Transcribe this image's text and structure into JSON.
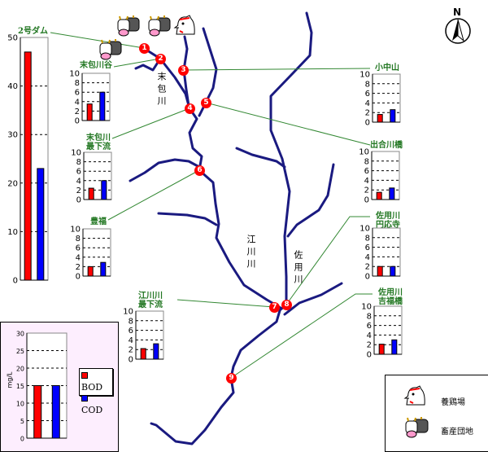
{
  "colors": {
    "bod": "#ff0000",
    "cod": "#0000ff",
    "river": "#1a1a80",
    "leader": "#338833",
    "label": "#227722",
    "marker": "#ff0000",
    "ref_bg": "#fdeefe"
  },
  "north": "N",
  "rivers": {
    "suekane": "末包川",
    "egawa": "江川川",
    "sayo": "佐用川"
  },
  "markers": [
    "1",
    "2",
    "3",
    "4",
    "5",
    "6",
    "7",
    "8",
    "9"
  ],
  "legend": {
    "bod": "BOD",
    "cod": "COD"
  },
  "map_legend": {
    "chicken": "養鶏場",
    "livestock": "畜産団地"
  },
  "icons": [
    "cow-icon",
    "cow-icon",
    "chicken-icon",
    "cow-icon"
  ],
  "chart_data": [
    {
      "type": "bar",
      "id": "dam2",
      "title": "2号ダム",
      "categories": [
        "BOD",
        "COD"
      ],
      "values": [
        47,
        23
      ],
      "ylim": [
        0,
        50
      ],
      "ticks": [
        0,
        10,
        20,
        30,
        40,
        50
      ]
    },
    {
      "type": "bar",
      "id": "suekane_dani",
      "title": "末包川谷",
      "categories": [
        "BOD",
        "COD"
      ],
      "values": [
        3.5,
        6
      ],
      "ylim": [
        0,
        10
      ],
      "ticks": [
        0,
        2,
        4,
        6,
        8,
        10
      ]
    },
    {
      "type": "bar",
      "id": "suekane_lower",
      "title": "末包川 最下流",
      "categories": [
        "BOD",
        "COD"
      ],
      "values": [
        2.4,
        4
      ],
      "ylim": [
        0,
        10
      ],
      "ticks": [
        0,
        2,
        4,
        6,
        8,
        10
      ]
    },
    {
      "type": "bar",
      "id": "toyofuku",
      "title": "豊福",
      "categories": [
        "BOD",
        "COD"
      ],
      "values": [
        2,
        2.9
      ],
      "ylim": [
        0,
        10
      ],
      "ticks": [
        0,
        2,
        4,
        6,
        8,
        10
      ]
    },
    {
      "type": "bar",
      "id": "egawa_lower",
      "title": "江川川 最下流",
      "categories": [
        "BOD",
        "COD"
      ],
      "values": [
        2.2,
        3.2
      ],
      "ylim": [
        0,
        10
      ],
      "ticks": [
        0,
        2,
        4,
        6,
        8,
        10
      ]
    },
    {
      "type": "bar",
      "id": "konakayama",
      "title": "小中山",
      "categories": [
        "BOD",
        "COD"
      ],
      "values": [
        1.6,
        2.6
      ],
      "ylim": [
        0,
        10
      ],
      "ticks": [
        0,
        2,
        4,
        6,
        8,
        10
      ]
    },
    {
      "type": "bar",
      "id": "deaigawa",
      "title": "出合川橋",
      "categories": [
        "BOD",
        "COD"
      ],
      "values": [
        1.5,
        2.4
      ],
      "ylim": [
        0,
        10
      ],
      "ticks": [
        0,
        2,
        4,
        6,
        8,
        10
      ]
    },
    {
      "type": "bar",
      "id": "sayo_enno",
      "title": "佐用川 円応寺",
      "categories": [
        "BOD",
        "COD"
      ],
      "values": [
        2,
        2
      ],
      "ylim": [
        0,
        10
      ],
      "ticks": [
        0,
        2,
        4,
        6,
        8,
        10
      ]
    },
    {
      "type": "bar",
      "id": "sayo_yoshifuku",
      "title": "佐用川 吉福橋",
      "categories": [
        "BOD",
        "COD"
      ],
      "values": [
        2.1,
        3
      ],
      "ylim": [
        0,
        10
      ],
      "ticks": [
        0,
        2,
        4,
        6,
        8,
        10
      ]
    },
    {
      "type": "bar",
      "id": "reference",
      "title": "",
      "ylabel": "mg/L",
      "categories": [
        "BOD",
        "COD"
      ],
      "values": [
        15,
        15
      ],
      "ylim": [
        0,
        30
      ],
      "ticks": [
        0,
        5,
        10,
        15,
        20,
        25,
        30
      ]
    }
  ]
}
